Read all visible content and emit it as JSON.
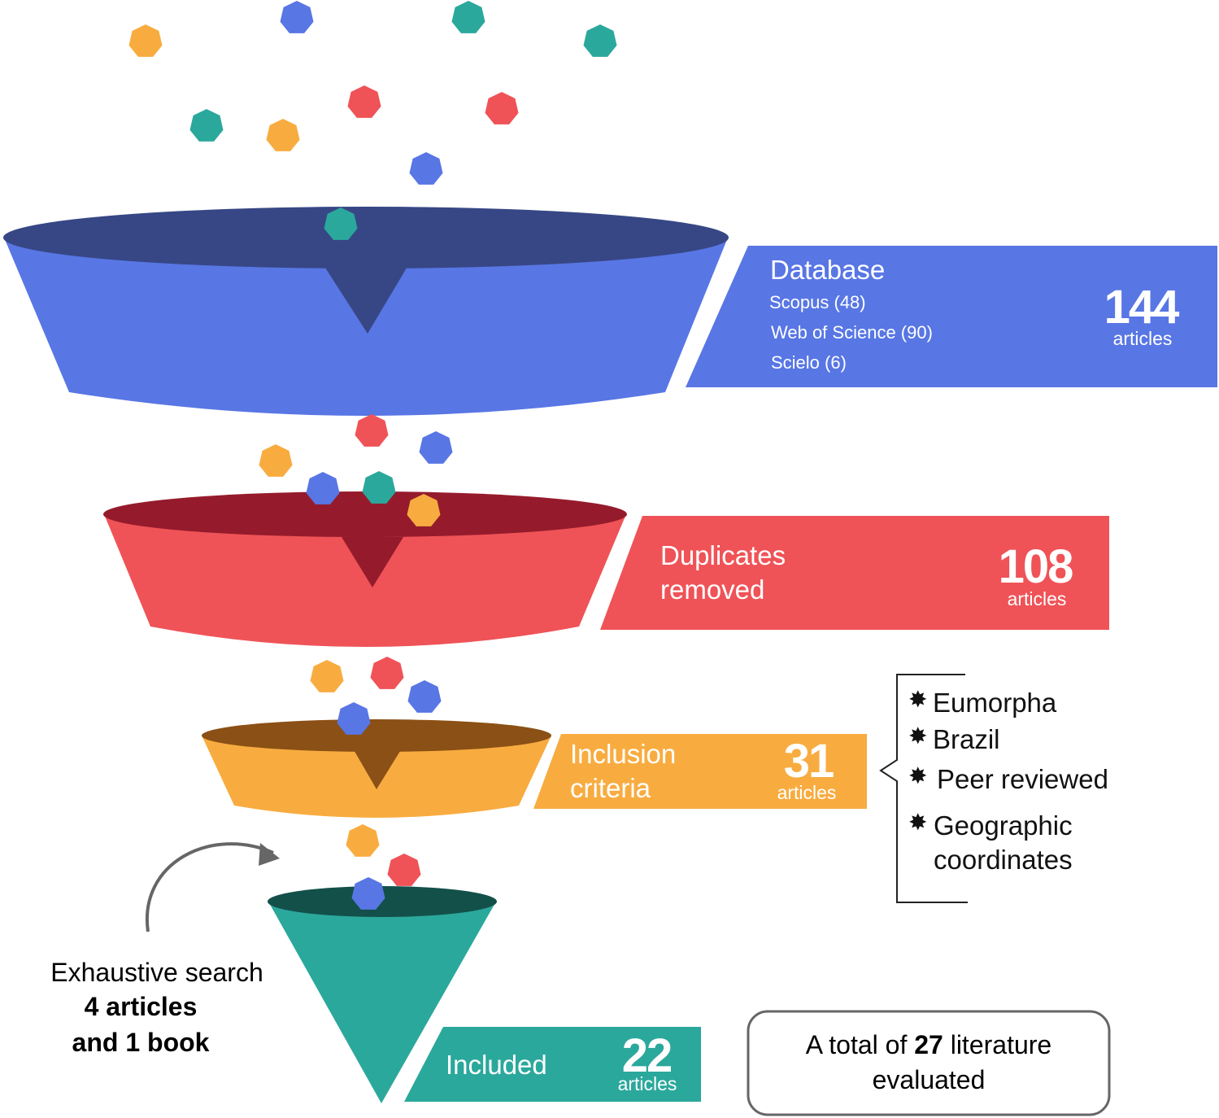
{
  "colors": {
    "blue": "#5876e4",
    "blue_dark": "#374785",
    "red": "#ef5357",
    "red_dark": "#951b2c",
    "orange": "#f8ac40",
    "orange_dark": "#8b5015",
    "teal": "#2ba89c",
    "teal_dark": "#13504a"
  },
  "stages": {
    "database": {
      "title": "Database",
      "sources": [
        "Scopus (48)",
        "Web of Science (90)",
        "Scielo (6)"
      ],
      "count": "144",
      "unit": "articles"
    },
    "duplicates": {
      "title_line1": "Duplicates",
      "title_line2": "removed",
      "count": "108",
      "unit": "articles"
    },
    "inclusion": {
      "title_line1": "Inclusion",
      "title_line2": "criteria",
      "count": "31",
      "unit": "articles"
    },
    "included": {
      "title": "Included",
      "count": "22",
      "unit": "articles"
    }
  },
  "criteria": [
    "Eumorpha",
    "Brazil",
    "Peer reviewed",
    "Geographic",
    "coordinates"
  ],
  "exhaustive": {
    "line1": "Exhaustive search",
    "line2": "4 articles",
    "line3": "and 1 book"
  },
  "total": {
    "prefix": "A total of ",
    "number": "27",
    "suffix": " literature",
    "line2": "evaluated"
  }
}
